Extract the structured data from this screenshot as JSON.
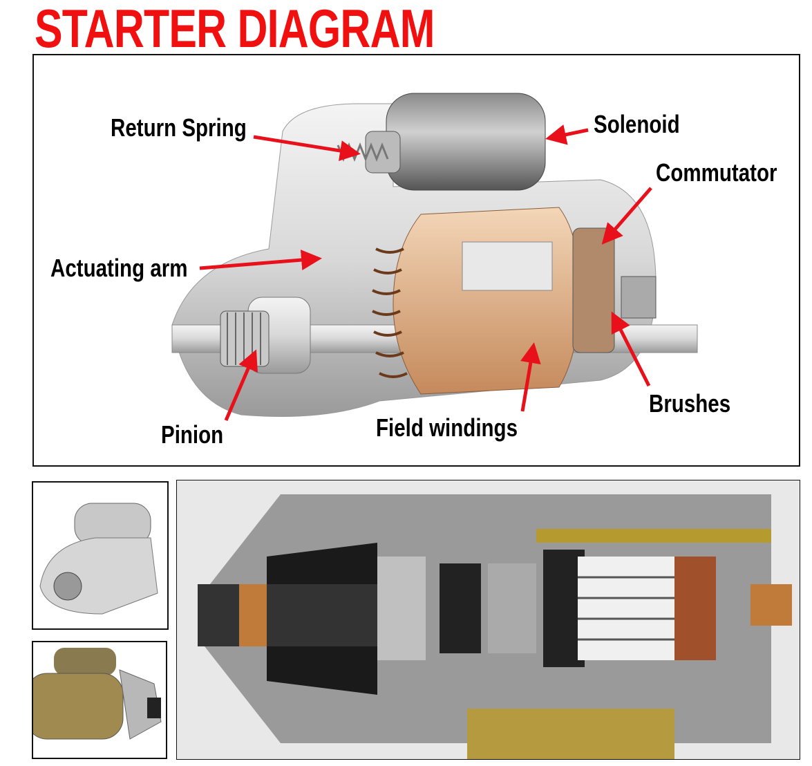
{
  "title": "STARTER DIAGRAM",
  "labels": {
    "return_spring": "Return Spring",
    "solenoid": "Solenoid",
    "commutator": "Commutator",
    "actuating_arm": "Actuating arm",
    "pinion": "Pinion",
    "field_windings": "Field windings",
    "brushes": "Brushes"
  },
  "colors": {
    "title": "#f01010",
    "arrow": "#e8101a"
  }
}
